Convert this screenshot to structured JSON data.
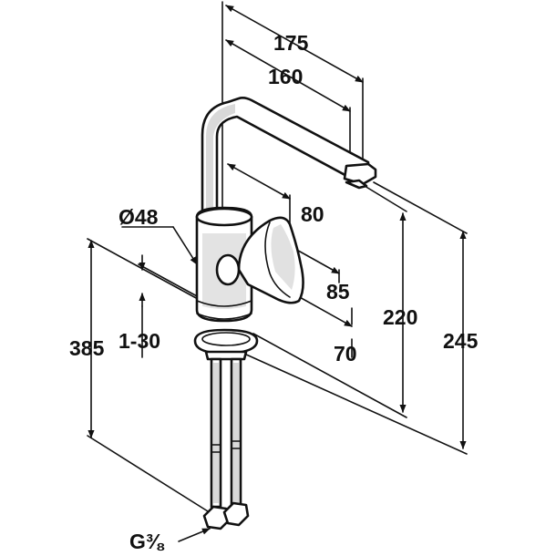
{
  "diagram": {
    "colors": {
      "line": "#111111",
      "fill": "#ffffff",
      "shade": "#d9d9d9"
    },
    "dimensions": {
      "d175": "175",
      "d160": "160",
      "d80": "80",
      "d85": "85",
      "d70": "70",
      "d220": "220",
      "d245": "245",
      "d385": "385",
      "d1_30": "1-30",
      "dia48": "Ø48",
      "thread": "G⅜"
    }
  }
}
